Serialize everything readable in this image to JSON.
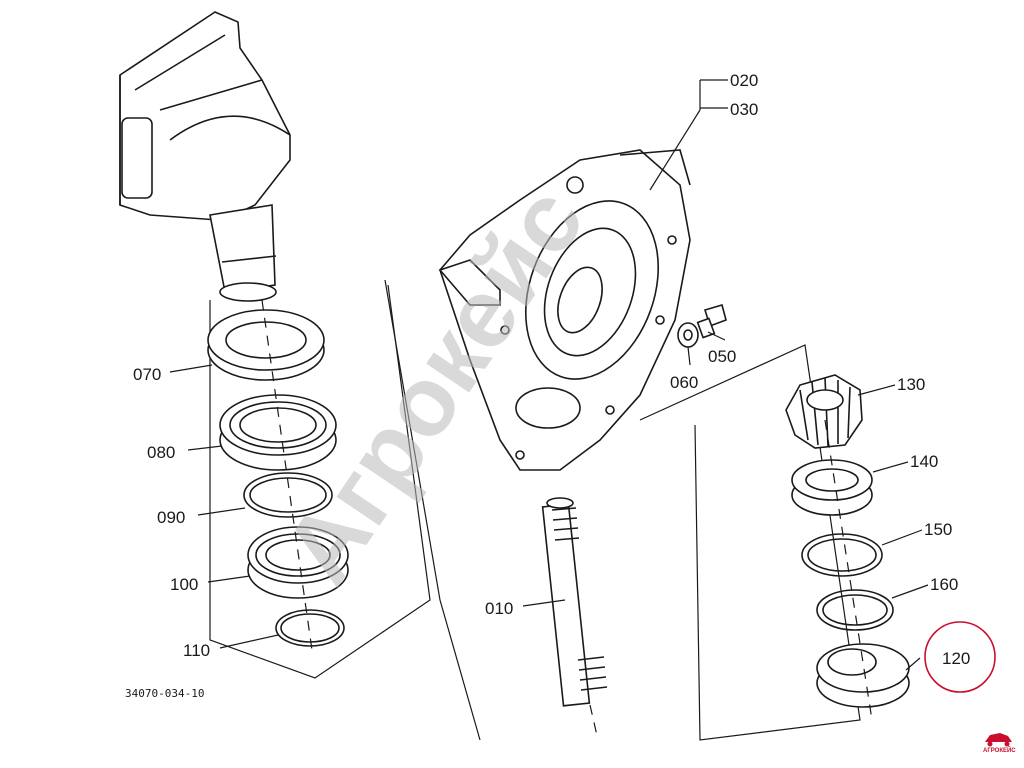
{
  "labels": {
    "l010": "010",
    "l020": "020",
    "l030": "030",
    "l050": "050",
    "l060": "060",
    "l070": "070",
    "l080": "080",
    "l090": "090",
    "l100": "100",
    "l110": "110",
    "l120": "120",
    "l130": "130",
    "l140": "140",
    "l150": "150",
    "l160": "160"
  },
  "doc_number": "34070-034-10",
  "watermark": "Агрокейс",
  "logo_text": "АГРОКЕЙС",
  "highlight_color": "#c8102e"
}
